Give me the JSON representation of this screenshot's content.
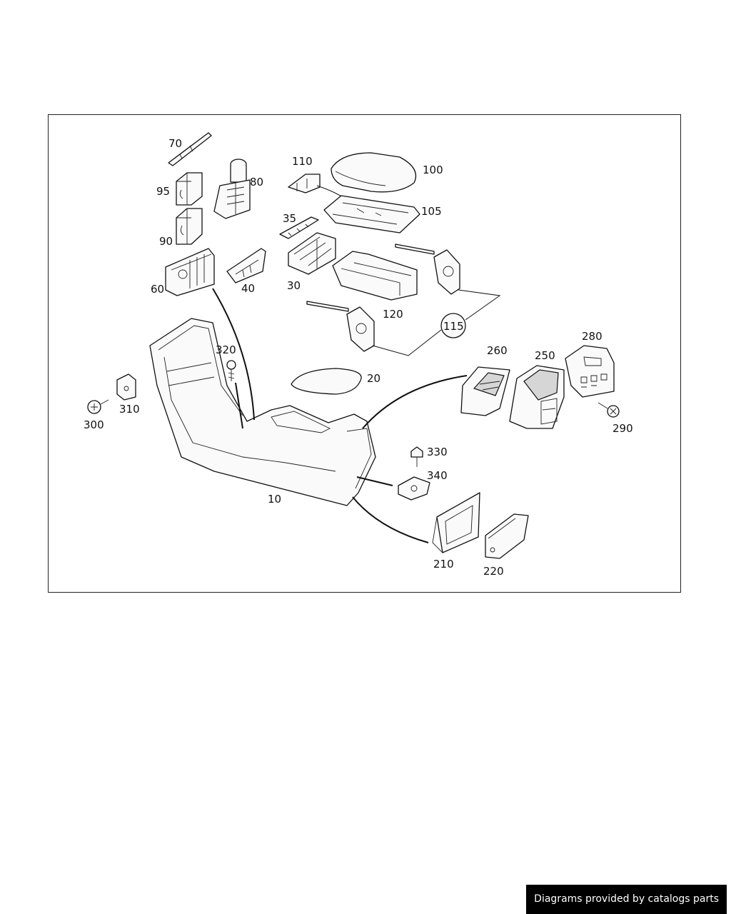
{
  "callouts": {
    "c70": "70",
    "c80": "80",
    "c95": "95",
    "c90": "90",
    "c60": "60",
    "c40": "40",
    "c110": "110",
    "c100": "100",
    "c105": "105",
    "c35": "35",
    "c30": "30",
    "c120": "120",
    "c115": "115",
    "c320": "320",
    "c20": "20",
    "c310": "310",
    "c300": "300",
    "c10": "10",
    "c260": "260",
    "c250": "250",
    "c280": "280",
    "c290": "290",
    "c330": "330",
    "c340": "340",
    "c210": "210",
    "c220": "220"
  },
  "footer": {
    "credit": "Diagrams provided by catalogs parts"
  }
}
